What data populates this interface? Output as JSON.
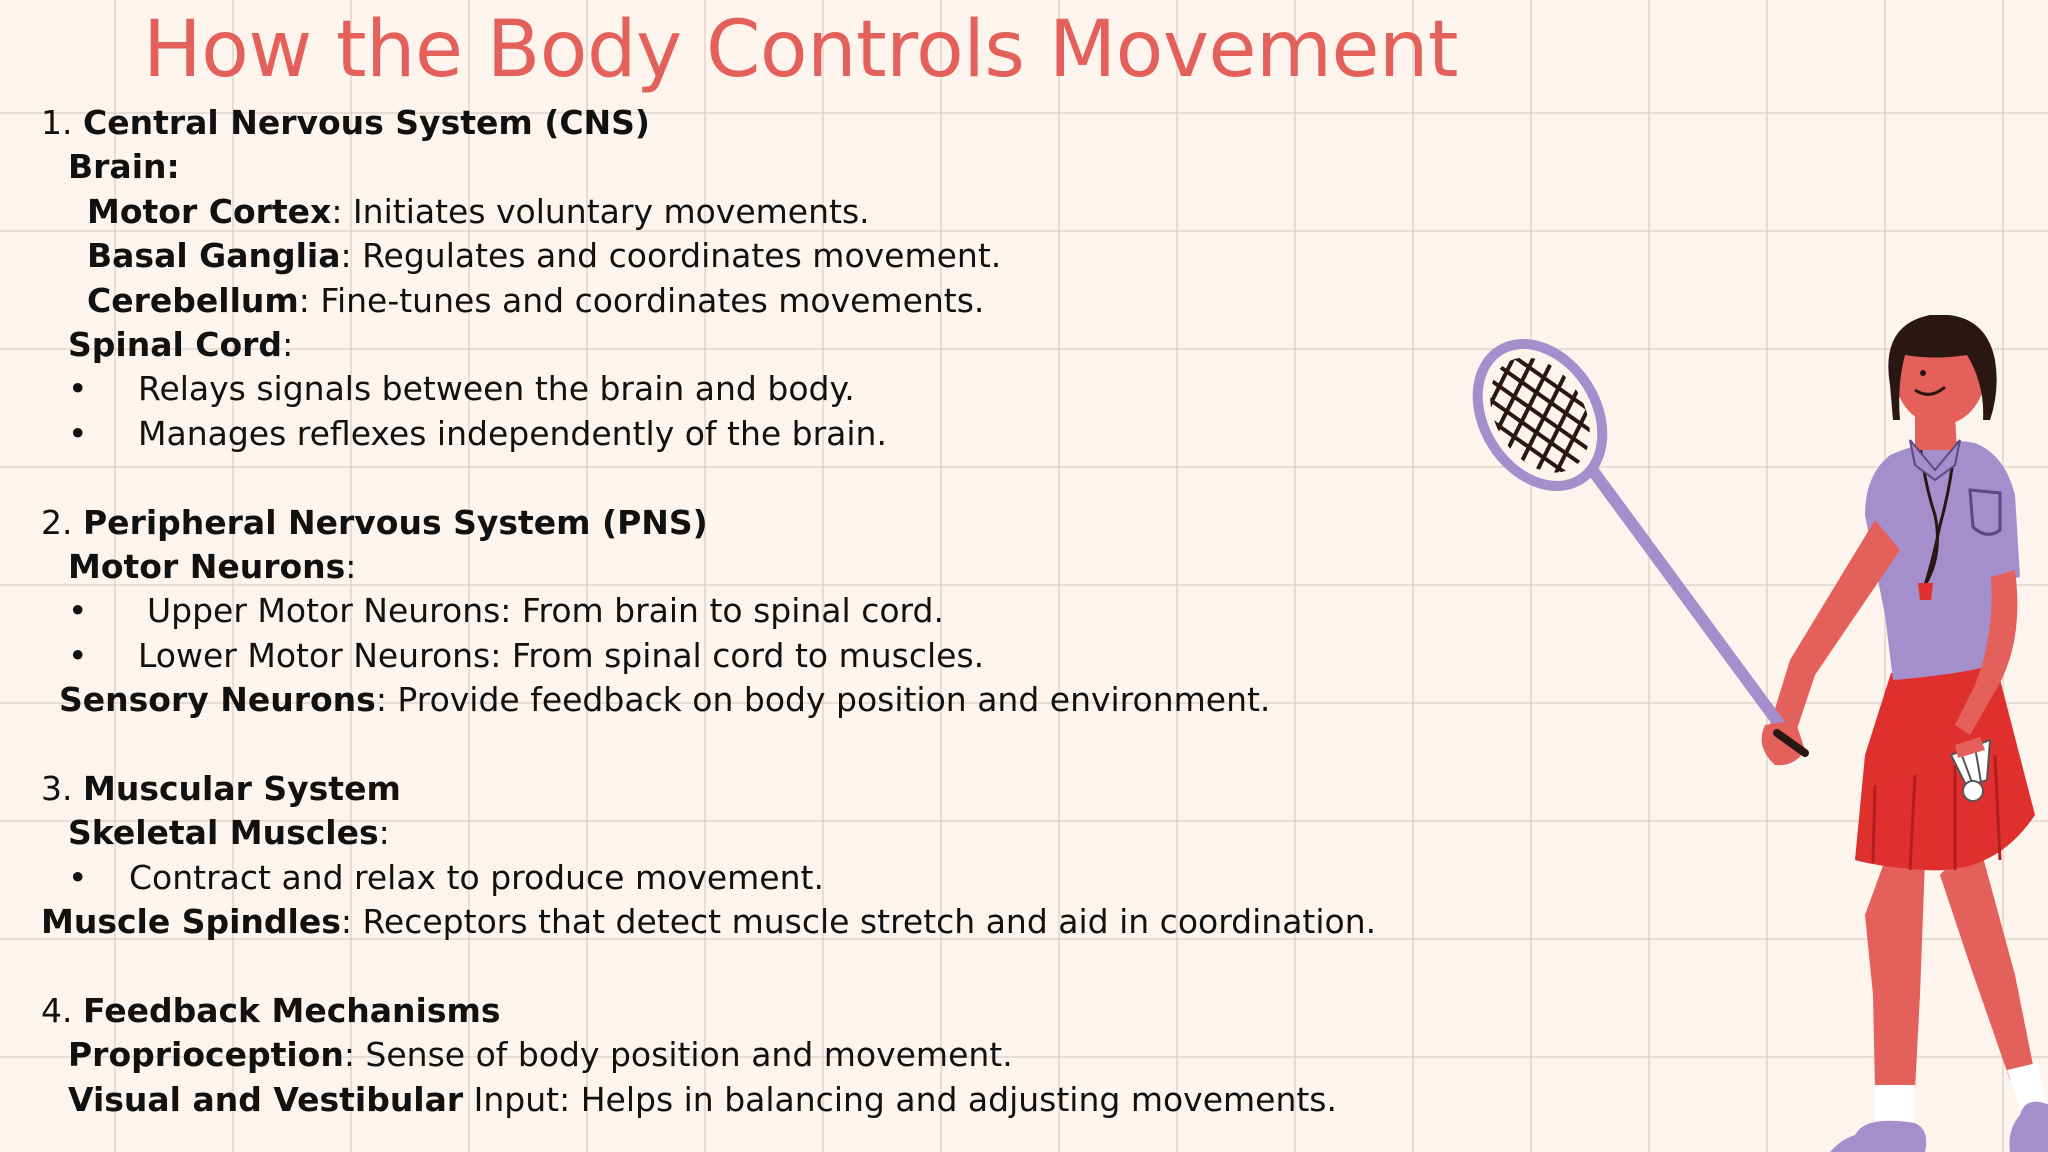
{
  "title": "How the Body Controls Movement",
  "bullet": "•",
  "sec1": {
    "num": "1.",
    "head": "Central Nervous System (CNS)",
    "brain": "Brain:",
    "mc_b": "Motor Cortex",
    "mc_t": ": Initiates voluntary movements.",
    "bg_b": "Basal Ganglia",
    "bg_t": ": Regulates and coordinates movement.",
    "cb_b": "Cerebellum",
    "cb_t": ": Fine-tunes and coordinates movements.",
    "sc_b": "Spinal Cord",
    "sc_t": ":",
    "sc_1": "Relays signals between the brain and body.",
    "sc_2": "Manages reflexes independently of the brain."
  },
  "sec2": {
    "num": "2.",
    "head": "Peripheral Nervous System (PNS)",
    "mn_b": "Motor Neurons",
    "mn_t": ":",
    "mn_1": "Upper Motor Neurons: From brain to spinal cord.",
    "mn_2": "Lower Motor Neurons: From spinal cord to muscles.",
    "sn_b": "Sensory Neurons",
    "sn_t": ": Provide feedback on body position and environment."
  },
  "sec3": {
    "num": "3.",
    "head": "Muscular System",
    "sm_b": "Skeletal Muscles",
    "sm_t": ":",
    "sm_1": "Contract and relax to produce movement.",
    "ms_b": "Muscle Spindles",
    "ms_t": ": Receptors that detect muscle stretch and aid in coordination."
  },
  "sec4": {
    "num": "4.",
    "head": "Feedback Mechanisms",
    "pr_b": "Proprioception",
    "pr_t": ": Sense of body position and movement.",
    "vv_b": "Visual and Vestibular",
    "vv_t": " Input: Helps in balancing and adjusting movements."
  },
  "colors": {
    "title": "#e3615a",
    "skin": "#e3615a",
    "shirt": "#a58ecc",
    "skirt": "#e0302e",
    "hair": "#2a1714",
    "shoe": "#a58ecc",
    "background": "#fdf4ee"
  },
  "illustration": "badminton-player-illustration"
}
